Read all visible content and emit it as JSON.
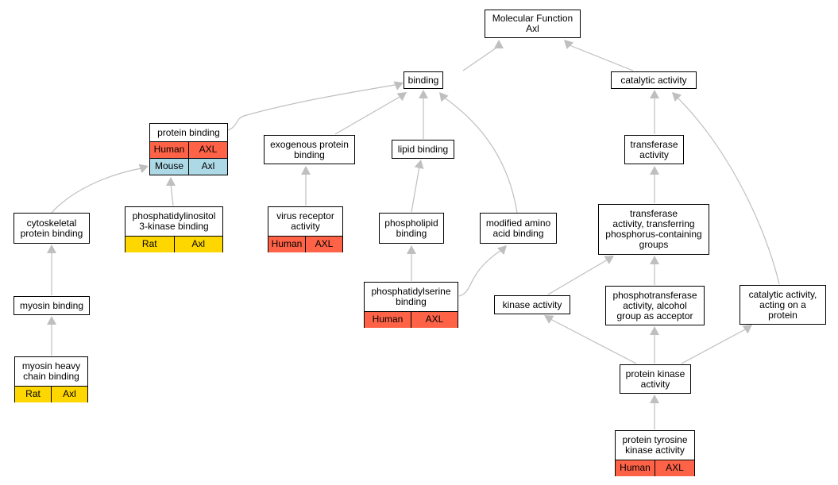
{
  "nodes": {
    "mf": {
      "lines": [
        "Molecular Function",
        "Axl"
      ]
    },
    "binding": {
      "lines": [
        "binding"
      ]
    },
    "catalytic": {
      "lines": [
        "catalytic activity"
      ]
    },
    "protein_binding": {
      "lines": [
        "protein binding"
      ],
      "rows": [
        [
          "Human",
          "AXL"
        ],
        [
          "Mouse",
          "Axl"
        ]
      ]
    },
    "exogenous": {
      "lines": [
        "exogenous protein",
        "binding"
      ]
    },
    "lipid": {
      "lines": [
        "lipid binding"
      ]
    },
    "transferase": {
      "lines": [
        "transferase",
        "activity"
      ]
    },
    "cytoskeletal": {
      "lines": [
        "cytoskeletal",
        "protein binding"
      ]
    },
    "pi3k": {
      "lines": [
        "phosphatidylinositol",
        "3-kinase binding"
      ],
      "rows": [
        [
          "Rat",
          "Axl"
        ]
      ]
    },
    "virus": {
      "lines": [
        "virus receptor",
        "activity"
      ],
      "rows": [
        [
          "Human",
          "AXL"
        ]
      ]
    },
    "phospholipid": {
      "lines": [
        "phospholipid",
        "binding"
      ]
    },
    "modified": {
      "lines": [
        "modified amino",
        "acid binding"
      ]
    },
    "transferase_p": {
      "lines": [
        "transferase",
        "activity, transferring",
        "phosphorus-containing",
        "groups"
      ]
    },
    "myosin": {
      "lines": [
        "myosin binding"
      ]
    },
    "ps": {
      "lines": [
        "phosphatidylserine",
        "binding"
      ],
      "rows": [
        [
          "Human",
          "AXL"
        ]
      ]
    },
    "kinase": {
      "lines": [
        "kinase activity"
      ]
    },
    "phosphotransferase": {
      "lines": [
        "phosphotransferase",
        "activity, alcohol",
        "group as acceptor"
      ]
    },
    "catalytic_protein": {
      "lines": [
        "catalytic activity,",
        "acting on a",
        "protein"
      ]
    },
    "myosin_heavy": {
      "lines": [
        "myosin heavy",
        "chain binding"
      ],
      "rows": [
        [
          "Rat",
          "Axl"
        ]
      ]
    },
    "pk": {
      "lines": [
        "protein kinase",
        "activity"
      ]
    },
    "ptk": {
      "lines": [
        "protein tyrosine",
        "kinase activity"
      ],
      "rows": [
        [
          "Human",
          "AXL"
        ]
      ]
    }
  },
  "colors": {
    "Human": "#ff6347",
    "Mouse": "#add8e6",
    "Rat": "#ffd700",
    "edge": "#bfbfbf"
  }
}
